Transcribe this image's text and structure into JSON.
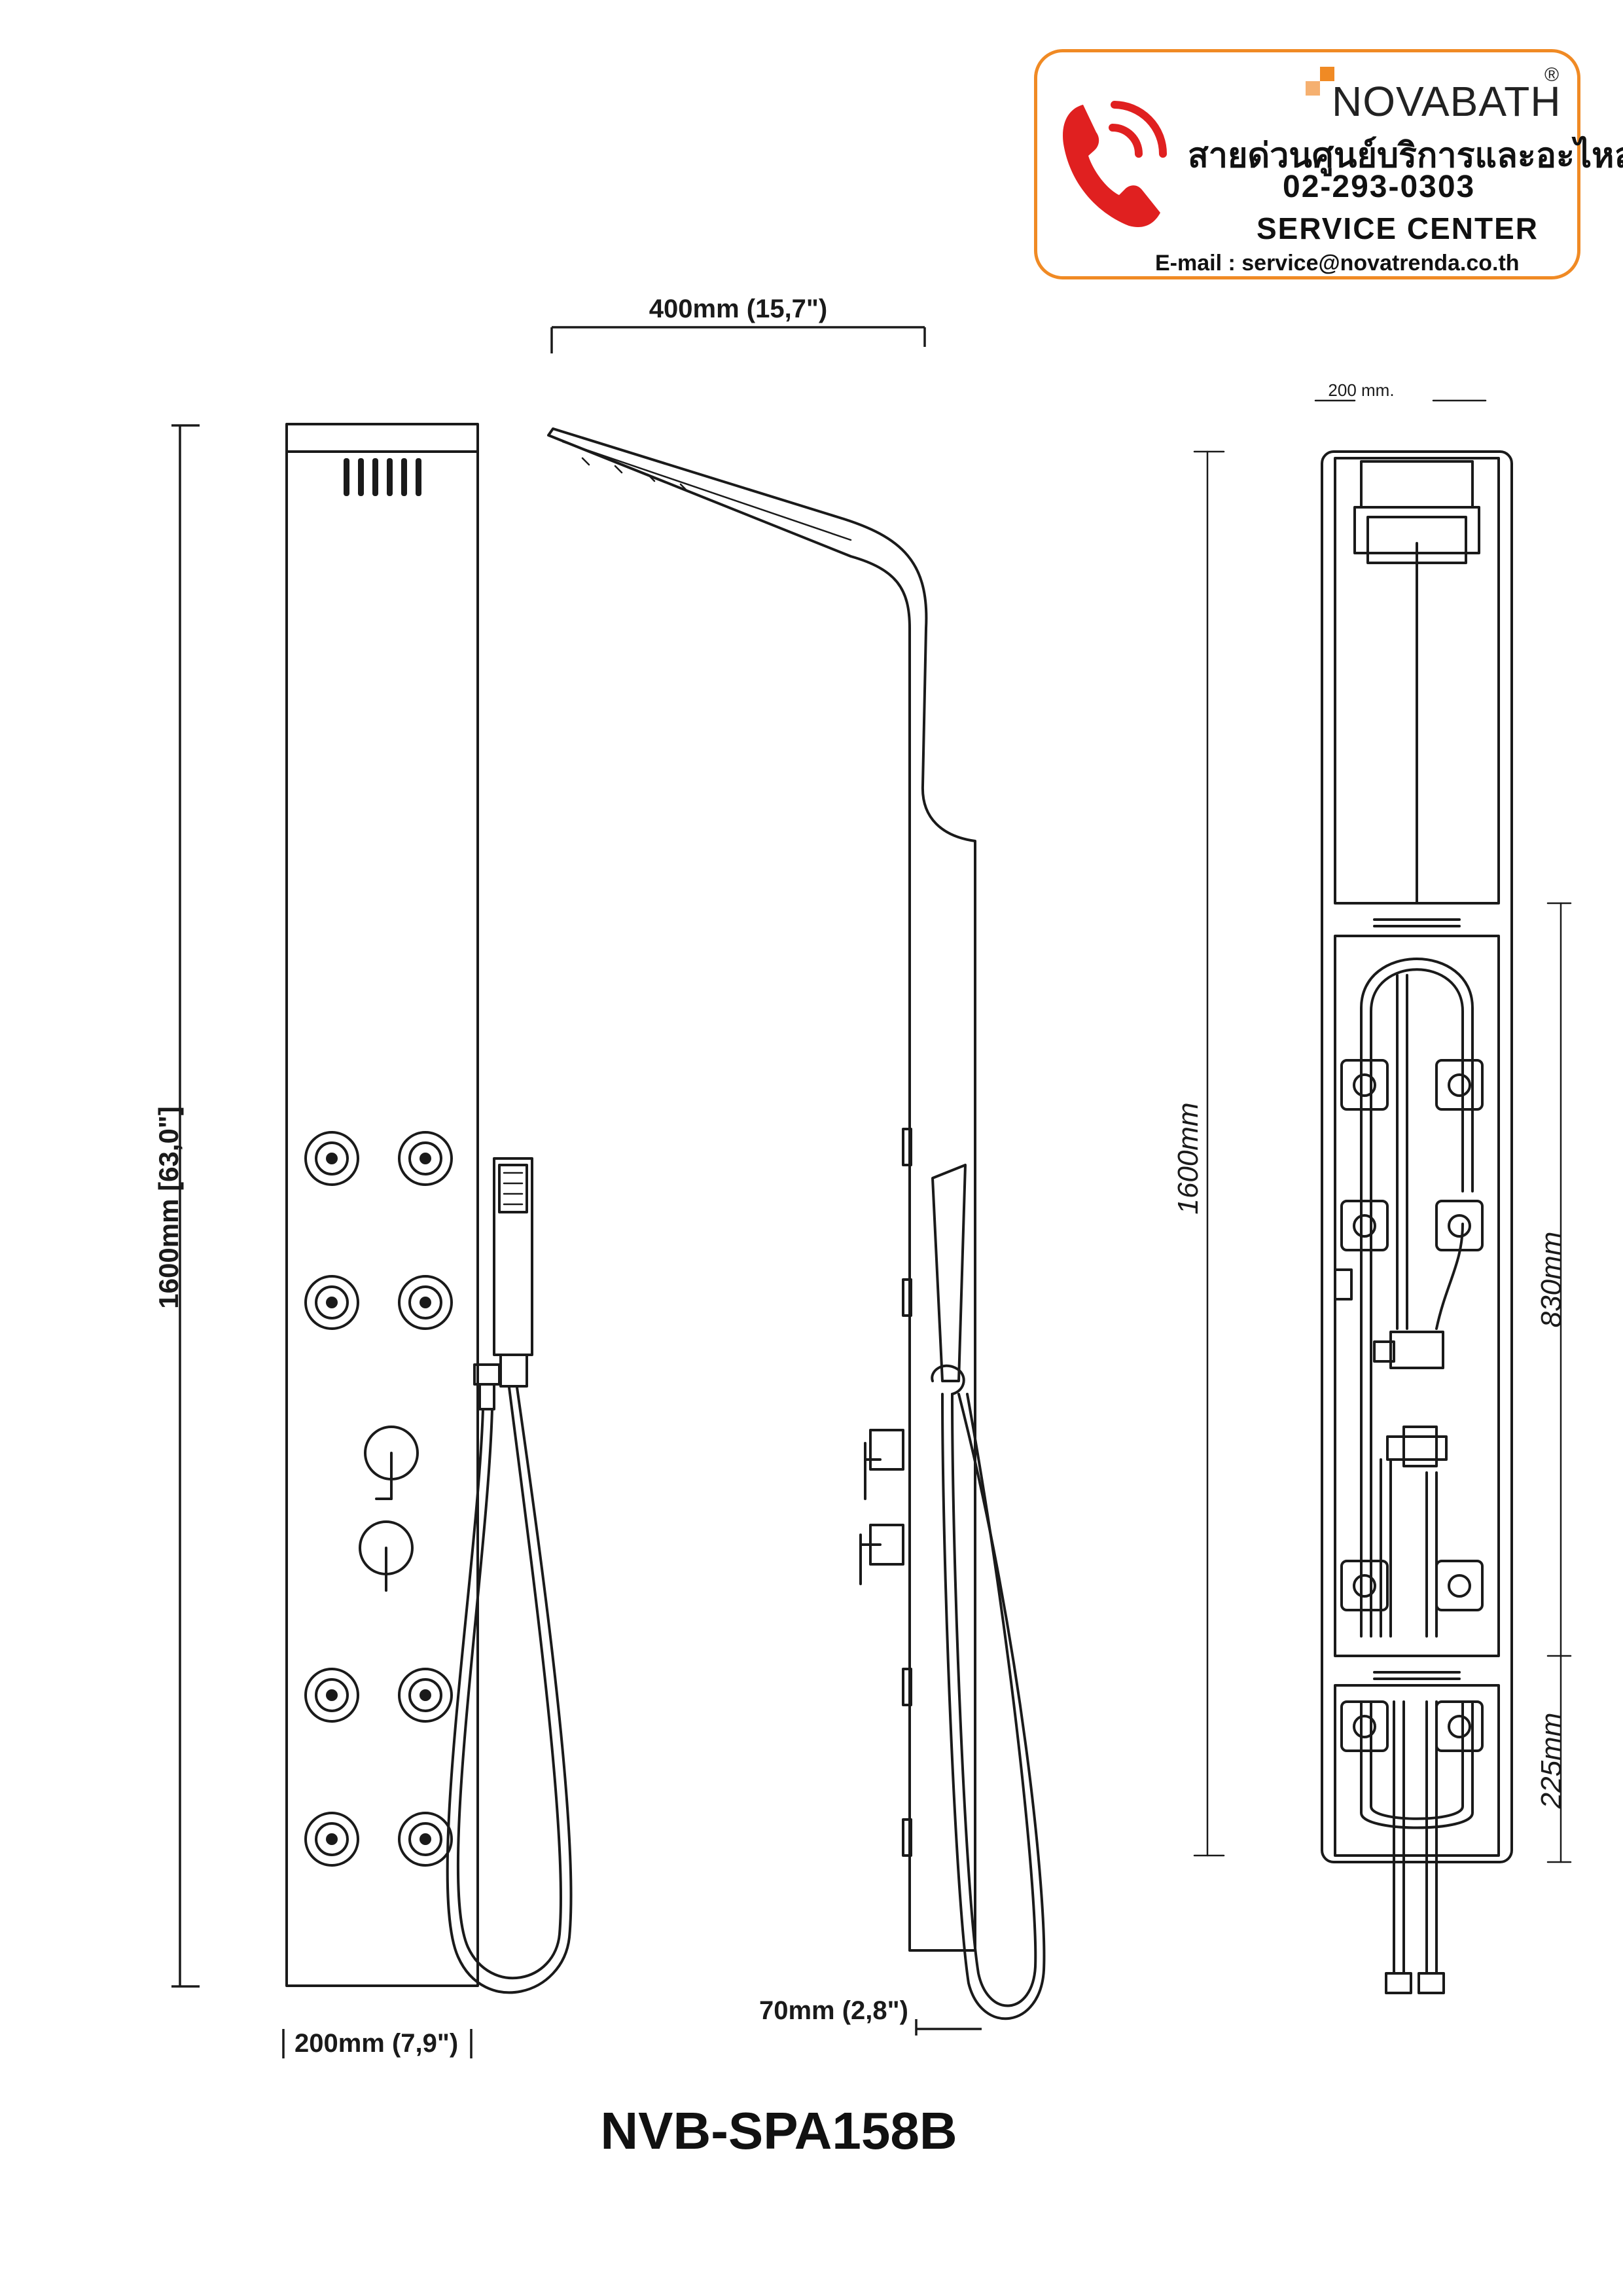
{
  "service_card": {
    "brand": "NOVABATH",
    "registered_mark": "®",
    "hotline_thai": "สายด่วนศูนย์บริการและอะไหล่",
    "phone": "02-293-0303",
    "service_label": "SERVICE CENTER",
    "email": "E-mail : service@novatrenda.co.th",
    "icon": "phone-ringing-icon",
    "accent_color": "#f08a24",
    "icon_color": "#e02020"
  },
  "dimensions": {
    "overhead_width": "400mm (15,7\")",
    "height_front": "1600mm [63,0\"]",
    "panel_width": "200mm (7,9\")",
    "depth": "70mm (2,8\")",
    "rear_width": "200 mm.",
    "height_rear": "1600mm",
    "middle_section": "830mm",
    "bottom_section": "225mm"
  },
  "model": "NVB-SPA158B"
}
